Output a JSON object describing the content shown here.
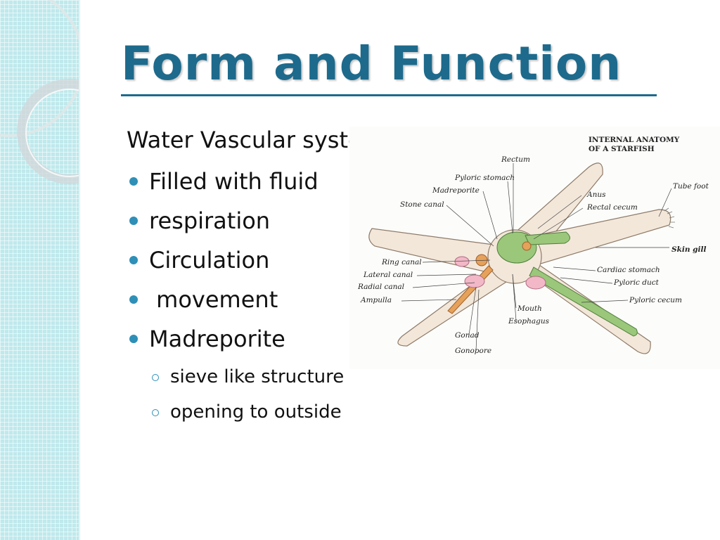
{
  "slide": {
    "title": "Form and Function",
    "heading": "Water Vascular system",
    "bullets": [
      "Filled with fluid",
      "respiration",
      "Circulation",
      " movement",
      "Madreporite"
    ],
    "sub_bullets": [
      "sieve like structure",
      "opening to outside"
    ]
  },
  "diagram": {
    "title_line1": "INTERNAL ANATOMY",
    "title_line2": "OF A STARFISH",
    "labels": {
      "rectum": "Rectum",
      "pyloric_stomach": "Pyloric stomach",
      "madreporite": "Madreporite",
      "stone_canal": "Stone canal",
      "anus": "Anus",
      "rectal_cecum": "Rectal cecum",
      "tube_foot": "Tube foot",
      "skin_gill": "Skin gill",
      "ring_canal": "Ring canal",
      "lateral_canal": "Lateral canal",
      "radial_canal": "Radial canal",
      "ampulla": "Ampulla",
      "cardiac_stomach": "Cardiac stomach",
      "pyloric_duct": "Pyloric duct",
      "pyloric_cecum": "Pyloric cecum",
      "mouth": "Mouth",
      "esophagus": "Esophagus",
      "gonad": "Gonad",
      "gonopore": "Gonopore"
    }
  },
  "colors": {
    "title": "#1d6a8c",
    "bullet": "#2e8fb7",
    "strip": "#bfe9ec"
  }
}
